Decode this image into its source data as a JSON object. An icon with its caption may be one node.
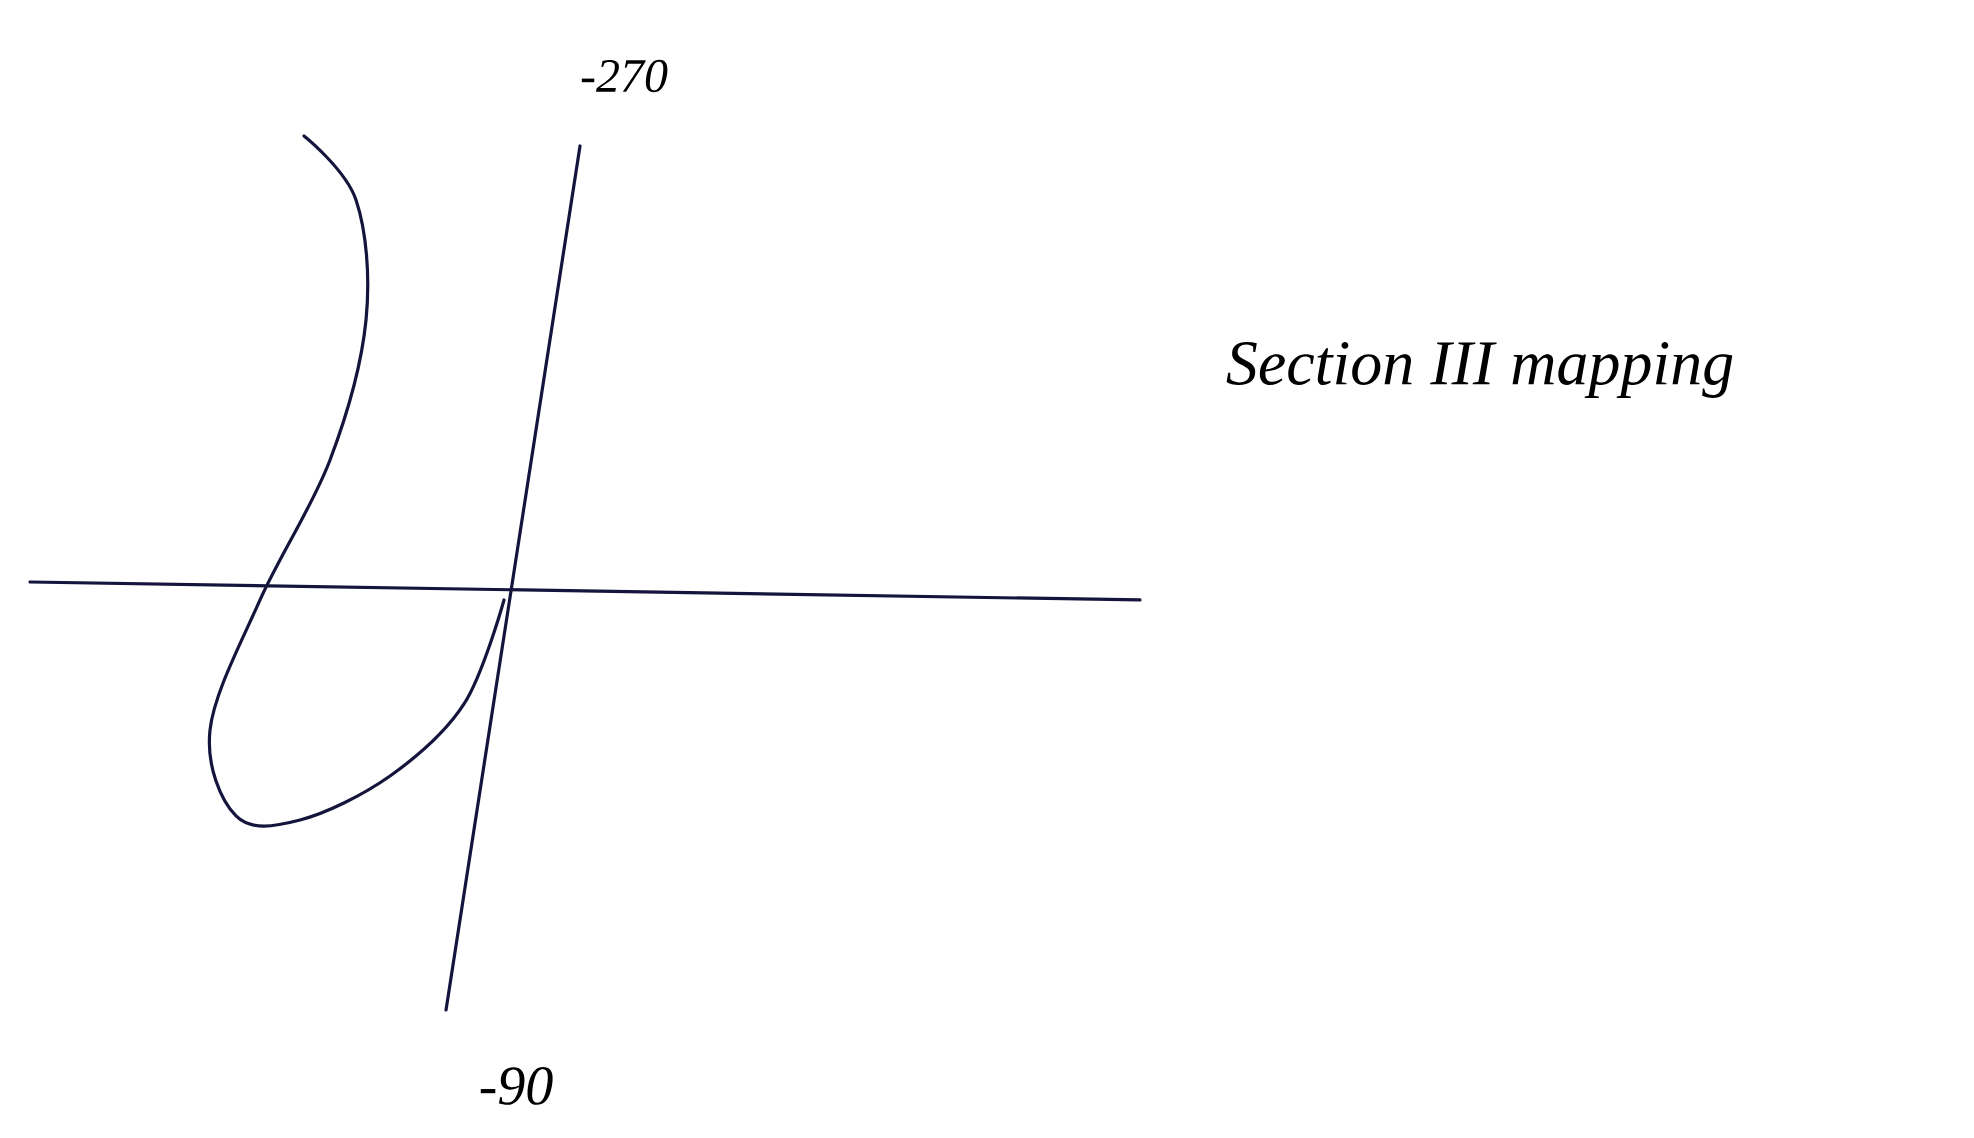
{
  "diagram": {
    "labels": [
      "-270",
      "Section III mapping",
      "-90"
    ]
  }
}
